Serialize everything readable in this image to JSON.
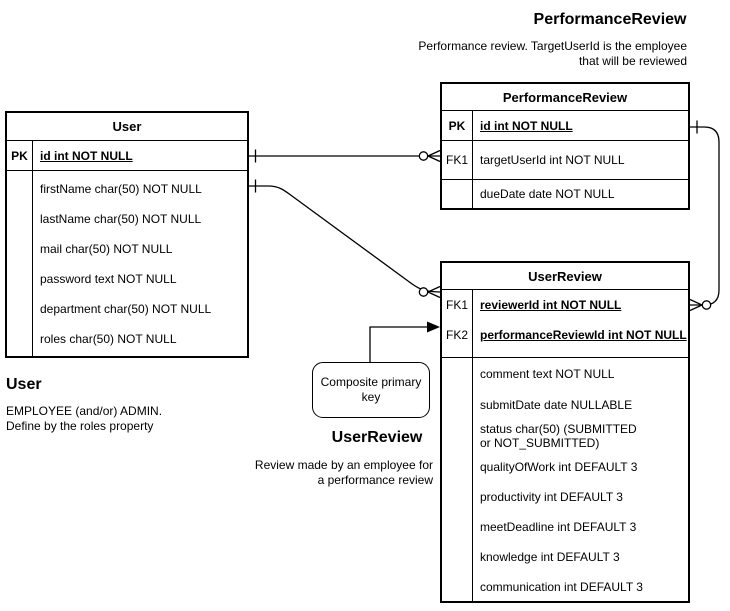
{
  "diagram": {
    "colors": {
      "line": "#000000",
      "background": "#ffffff"
    },
    "title_blocks": {
      "performance_review": {
        "title": "PerformanceReview",
        "description": "Performance review. TargetUserId is the employee\nthat will be reviewed"
      },
      "user": {
        "title": "User",
        "description": "EMPLOYEE (and/or) ADMIN.\nDefine by the roles property"
      },
      "user_review": {
        "title": "UserReview",
        "description": "Review made by an employee for\na performance review"
      }
    },
    "note": {
      "text": "Composite primary\nkey"
    },
    "tables": {
      "user": {
        "name": "User",
        "keys": [
          {
            "key": "PK",
            "field": "id int NOT NULL"
          }
        ],
        "fields": [
          "firstName char(50) NOT NULL",
          "lastName char(50) NOT NULL",
          "mail char(50) NOT NULL",
          "password text NOT NULL",
          "department char(50) NOT NULL",
          "roles char(50) NOT NULL"
        ]
      },
      "performance_review": {
        "name": "PerformanceReview",
        "rows": [
          {
            "key": "PK",
            "field": "id int NOT NULL"
          },
          {
            "key": "FK1",
            "field": "targetUserId int NOT NULL"
          },
          {
            "key": "",
            "field": "dueDate date NOT NULL"
          }
        ]
      },
      "user_review": {
        "name": "UserReview",
        "keys": [
          {
            "key": "FK1",
            "field": "reviewerId int NOT NULL"
          },
          {
            "key": "FK2",
            "field": "performanceReviewId int NOT NULL"
          }
        ],
        "fields": [
          "comment text NOT NULL",
          "submitDate date NULLABLE",
          "status char(50)  (SUBMITTED\nor NOT_SUBMITTED)",
          "qualityOfWork int DEFAULT 3",
          "productivity int DEFAULT 3",
          "meetDeadline int DEFAULT 3",
          "knowledge int DEFAULT 3",
          "communication int DEFAULT 3"
        ]
      }
    },
    "relationships": [
      {
        "from": "User.id",
        "to": "PerformanceReview.targetUserId",
        "from_cardinality": "one",
        "to_cardinality": "zero-or-many"
      },
      {
        "from": "User.id",
        "to": "UserReview.reviewerId",
        "from_cardinality": "one",
        "to_cardinality": "zero-or-many"
      },
      {
        "from": "PerformanceReview.id",
        "to": "UserReview.performanceReviewId",
        "from_cardinality": "one",
        "to_cardinality": "zero-or-many"
      }
    ]
  }
}
